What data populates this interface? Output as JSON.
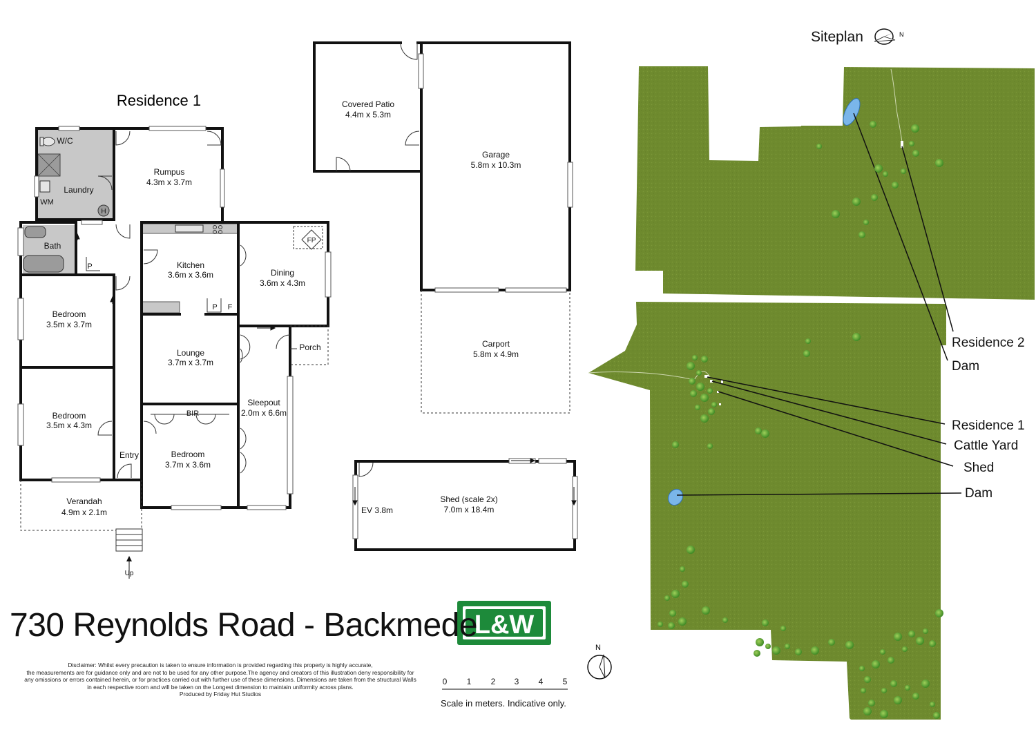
{
  "residence": {
    "heading": "Residence 1",
    "rooms": {
      "wc": "W/C",
      "laundry": "Laundry",
      "wm": "WM",
      "h": "H",
      "bath": "Bath",
      "p1": "P",
      "rumpus": {
        "name": "Rumpus",
        "size": "4.3m x 3.7m"
      },
      "kitchen": {
        "name": "Kitchen",
        "size": "3.6m x 3.6m"
      },
      "p2": "P",
      "f": "F",
      "dining": {
        "name": "Dining",
        "size": "3.6m x 4.3m"
      },
      "fp": "FP",
      "bedroom1": {
        "name": "Bedroom",
        "size": "3.5m x 3.7m"
      },
      "lounge": {
        "name": "Lounge",
        "size": "3.7m x 3.7m"
      },
      "porch": "Porch",
      "bedroom2": {
        "name": "Bedroom",
        "size": "3.5m x 4.3m"
      },
      "bir": "BIR",
      "sleepout": {
        "name": "Sleepout",
        "size": "2.0m x 6.6m"
      },
      "entry": "Entry",
      "bedroom3": {
        "name": "Bedroom",
        "size": "3.7m x 3.6m"
      },
      "verandah": {
        "name": "Verandah",
        "size": "4.9m x 2.1m"
      },
      "up": "Up"
    }
  },
  "outbuildings": {
    "patio": {
      "name": "Covered Patio",
      "size": "4.4m x 5.3m"
    },
    "garage": {
      "name": "Garage",
      "size": "5.8m x 10.3m"
    },
    "carport": {
      "name": "Carport",
      "size": "5.8m x 4.9m"
    },
    "shed": {
      "name": "Shed (scale 2x)",
      "size": "7.0m x 18.4m"
    },
    "ev": "EV 3.8m"
  },
  "address": "730 Reynolds Road - Backmede",
  "logo_text": "L&W",
  "disclaimer": [
    "Disclaimer: Whilst every precaution is taken to ensure information is provided regarding this property is highly accurate,",
    "the measurements are for guidance only and are not to be used for any other purpose.The agency and creators of this illustration deny responsibility for",
    "any omissions or errors contained herein, or for practices carried out with further use of these dimensions. Dimensions are taken from the structural Walls",
    "in each respective room and will be taken on the Longest dimension to maintain uniformity across plans.",
    "Produced by Friday Hut Studios"
  ],
  "compass": "N",
  "scale": {
    "ticks": [
      "0",
      "1",
      "2",
      "3",
      "4",
      "5"
    ],
    "note": "Scale in meters. Indicative only."
  },
  "siteplan": {
    "title": "Siteplan",
    "north": "N",
    "labels": {
      "residence2": "Residence 2",
      "dam_north": "Dam",
      "residence1": "Residence 1",
      "cattle_yard": "Cattle Yard",
      "shed": "Shed",
      "dam_south": "Dam"
    }
  },
  "colors": {
    "grass": "#6e8a2e",
    "water": "#7ab6ea",
    "wall": "#111111",
    "wet_area": "#c8c8c8",
    "logo_green": "#1d8a3a"
  }
}
